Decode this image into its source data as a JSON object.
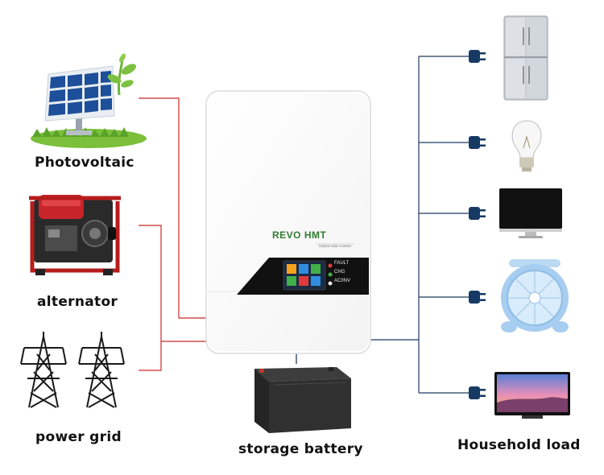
{
  "sources": [
    {
      "label": "Photovoltaic",
      "icon": "solar-panel-icon"
    },
    {
      "label": "alternator",
      "icon": "generator-icon"
    },
    {
      "label": "power grid",
      "icon": "power-tower-icon"
    }
  ],
  "inverter": {
    "brand": "REVO HMT",
    "subtitle": "Hybrid solar inverter",
    "indicators": [
      "FAULT",
      "CHG",
      "AC/INV"
    ]
  },
  "battery": {
    "label": "storage battery",
    "icon": "battery-icon"
  },
  "loads": {
    "label": "Household load",
    "items": [
      "refrigerator-icon",
      "light-bulb-icon",
      "monitor-icon",
      "fan-icon",
      "tv-icon"
    ]
  },
  "colors": {
    "source_wire": "#c8282a",
    "load_wire": "#1f3a5f",
    "plug": "#163a63",
    "battery_wire": "#2a4a6a"
  }
}
